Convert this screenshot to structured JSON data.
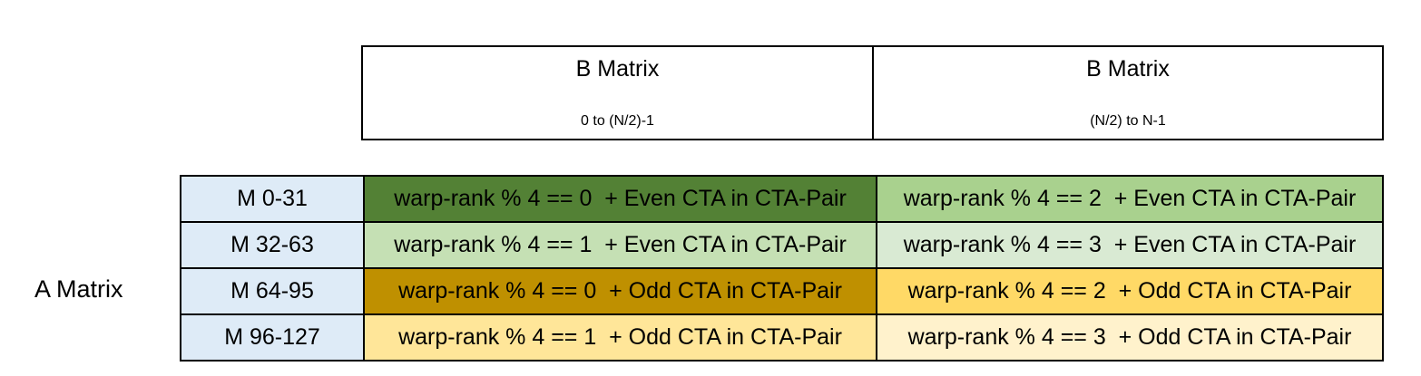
{
  "a_matrix_label": "A Matrix",
  "header": {
    "left": {
      "title": "B Matrix",
      "range": "0 to (N/2)-1"
    },
    "right": {
      "title": "B Matrix",
      "range": "(N/2) to N-1"
    }
  },
  "colors": {
    "background": "#FFFFFF",
    "border": "#000000",
    "m_column_bg": "#DEEBF7",
    "dark_green": "#538135",
    "medium_green": "#A9D18E",
    "light_green": "#C5E0B4",
    "pale_green": "#D9EAD3",
    "dark_gold": "#BF9000",
    "medium_gold": "#FFD966",
    "light_gold": "#FFE699",
    "pale_gold": "#FFF2CC"
  },
  "table": {
    "rows": [
      {
        "m_label": "M 0-31",
        "b_left": {
          "text": "warp-rank % 4 == 0  + Even CTA in CTA-Pair",
          "bg": "#538135"
        },
        "b_right": {
          "text": "warp-rank % 4 == 2  + Even CTA in CTA-Pair",
          "bg": "#A9D18E"
        }
      },
      {
        "m_label": "M 32-63",
        "b_left": {
          "text": "warp-rank % 4 == 1  + Even CTA in CTA-Pair",
          "bg": "#C5E0B4"
        },
        "b_right": {
          "text": "warp-rank % 4 == 3  + Even CTA in CTA-Pair",
          "bg": "#D9EAD3"
        }
      },
      {
        "m_label": "M 64-95",
        "b_left": {
          "text": "warp-rank % 4 == 0  + Odd CTA in CTA-Pair",
          "bg": "#BF9000"
        },
        "b_right": {
          "text": "warp-rank % 4 == 2  + Odd CTA in CTA-Pair",
          "bg": "#FFD966"
        }
      },
      {
        "m_label": "M 96-127",
        "b_left": {
          "text": "warp-rank % 4 == 1  + Odd CTA in CTA-Pair",
          "bg": "#FFE699"
        },
        "b_right": {
          "text": "warp-rank % 4 == 3  + Odd CTA in CTA-Pair",
          "bg": "#FFF2CC"
        }
      }
    ]
  }
}
